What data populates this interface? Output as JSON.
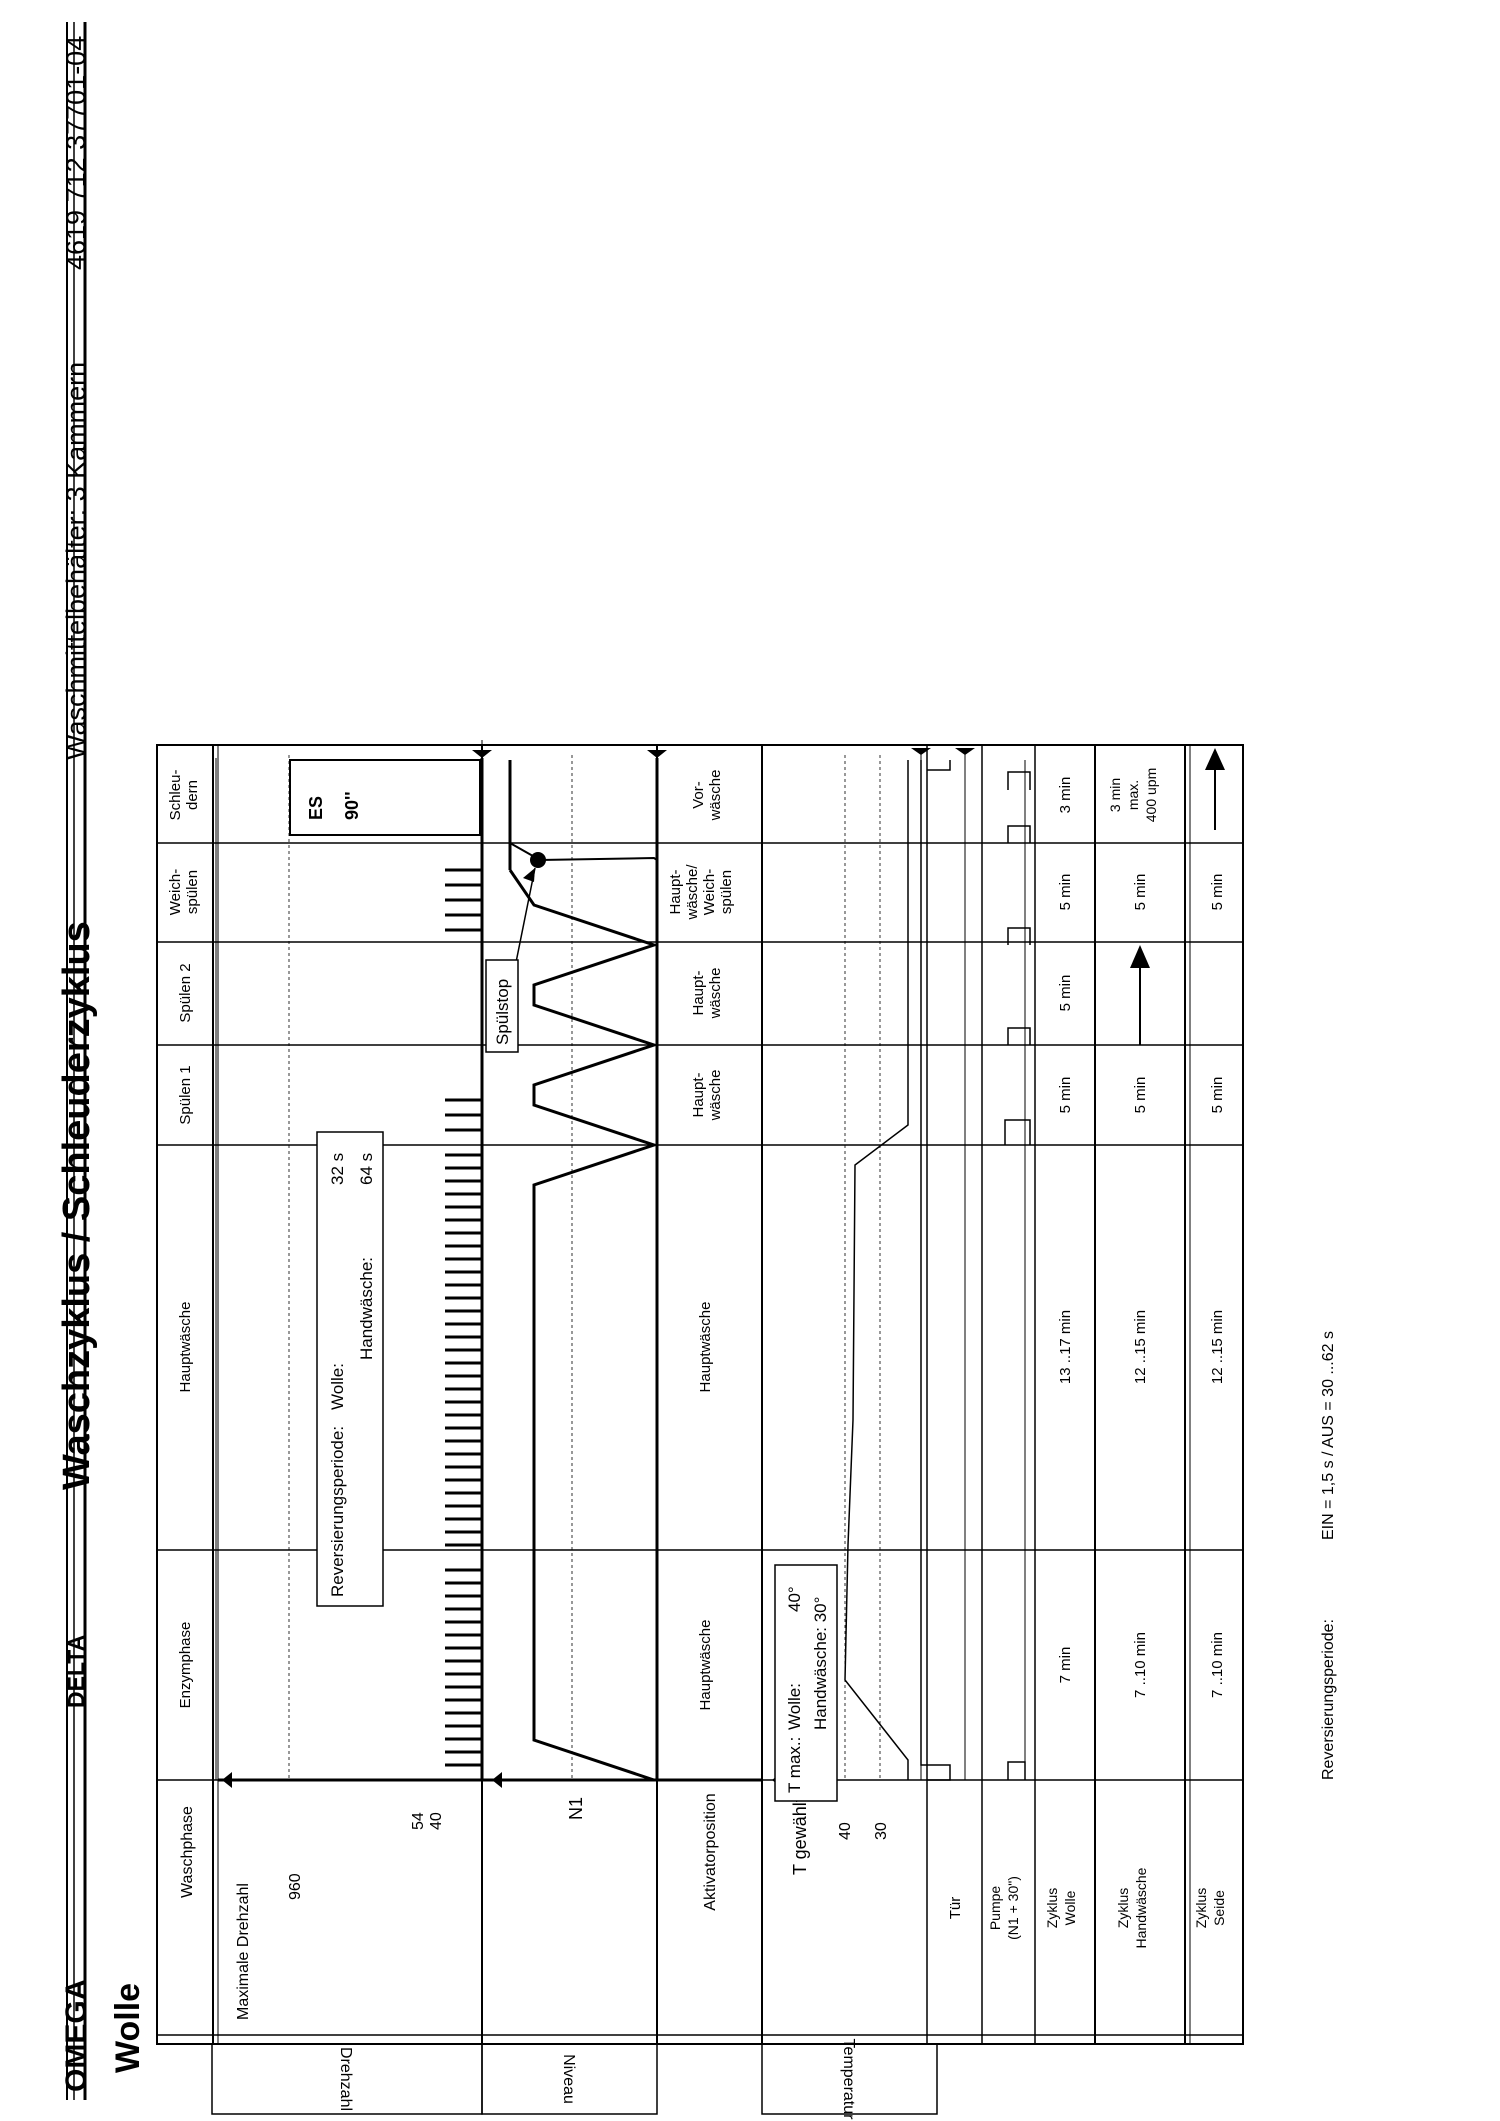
{
  "header": {
    "brand": "OMEGA",
    "model": "DELTA",
    "title": "Waschzyklus / Schleuderzyklus",
    "detergent": "Waschmittelbehälter: 3 Kammern",
    "doc_number": "4619 712 37701-04"
  },
  "program": "Wolle",
  "side_labels": {
    "speed": "Drehzahl",
    "level": "Niveau",
    "temperature": "Temperatur"
  },
  "row_labels": {
    "phase": "Waschphase",
    "max_speed": "Maximale Drehzahl",
    "speed_960": "960",
    "speed_54": "54",
    "speed_40": "40",
    "level_n1": "N1",
    "activator": "Aktivatorposition",
    "t_selected": "T gewählt",
    "t_40": "40",
    "t_30": "30",
    "door": "Tür",
    "pump_1": "Pumpe",
    "pump_2": "(N1 + 30\")",
    "cycle_wool_1": "Zyklus",
    "cycle_wool_2": "Wolle",
    "cycle_hand_1": "Zyklus",
    "cycle_hand_2": "Handwäsche",
    "cycle_silk_1": "Zyklus",
    "cycle_silk_2": "Seide"
  },
  "phases": {
    "enzyme": "Enzymphase",
    "main": "Hauptwäsche",
    "rinse1": "Spülen 1",
    "rinse2": "Spülen 2",
    "soft_1": "Weich-",
    "soft_2": "spülen",
    "spin_1": "Schleu-",
    "spin_2": "dern"
  },
  "activator": {
    "enzyme": "Hauptwäsche",
    "main": "Hauptwäsche",
    "rinse1_1": "Haupt-",
    "rinse1_2": "wäsche",
    "rinse2_1": "Haupt-",
    "rinse2_2": "wäsche",
    "soft_1": "Haupt-",
    "soft_2": "wäsche/",
    "soft_3": "Weich-",
    "soft_4": "spülen",
    "spin_1": "Vor-",
    "spin_2": "wäsche"
  },
  "reversal_box": {
    "label": "Reversierungsperiode:",
    "wool_label": "Wolle:",
    "wool_value": "32 s",
    "hand_label": "Handwäsche:",
    "hand_value": "64 s"
  },
  "tmax_box": {
    "label": "T max.:",
    "wool_label": "Wolle:",
    "wool_value": "40°",
    "hand_label": "Handwäsche: 30°"
  },
  "spin_box": {
    "code": "ES",
    "time": "90''"
  },
  "spuelstop": "Spülstop",
  "durations": {
    "wool": {
      "enzyme": "7 min",
      "main": "13 ..17 min",
      "rinse1": "5 min",
      "rinse2": "5 min",
      "soft": "5 min",
      "spin": "3 min"
    },
    "hand": {
      "enzyme": "7 ..10 min",
      "main": "12 ..15 min",
      "rinse1": "5 min",
      "soft": "5 min",
      "spin_1": "3 min",
      "spin_2": "max.",
      "spin_3": "400 upm"
    },
    "silk": {
      "enzyme": "7 ..10 min",
      "main": "12 ..15 min",
      "rinse1": "5 min",
      "soft": "5 min"
    }
  },
  "footer": {
    "label": "Reversierungsperiode:",
    "value": "EIN = 1,5 s / AUS = 30 ...62 s"
  }
}
